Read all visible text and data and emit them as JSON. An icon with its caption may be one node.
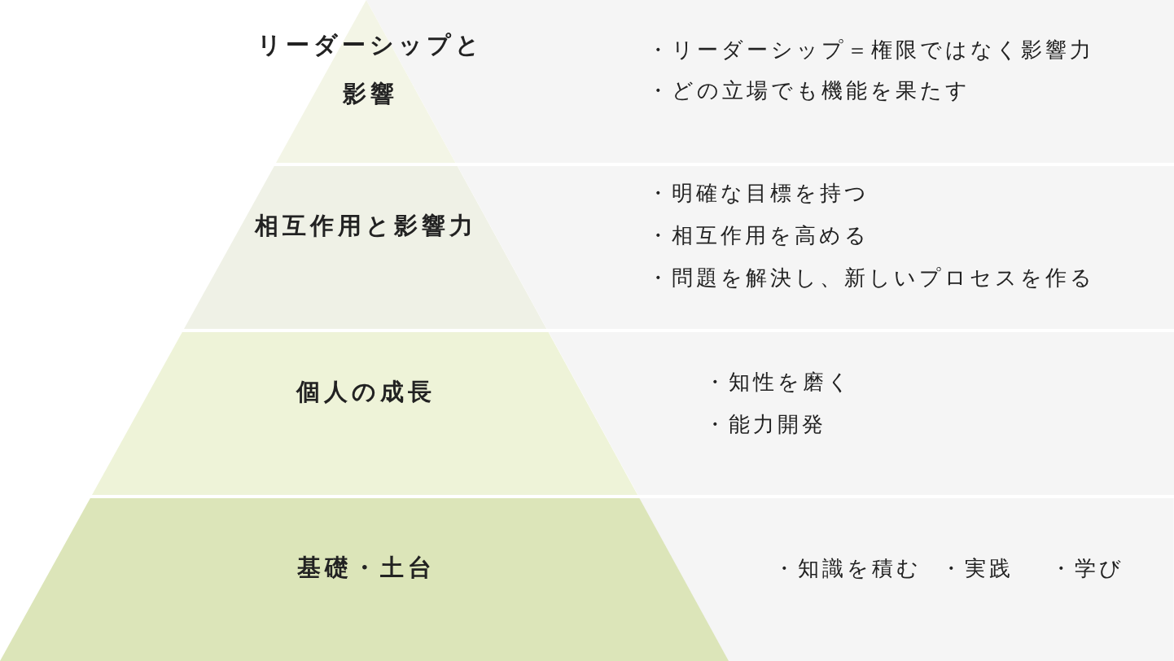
{
  "diagram": {
    "nodes": [
      {
        "text": [
          "リーダーシップと影響"
        ]
      },
      {
        "text": [
          "・リーダーシップ＝権限ではなく影響力",
          "・どの立場でも機能を果たす"
        ]
      },
      {
        "text": [
          "相互作用と影響力"
        ]
      },
      {
        "text": [
          "・明確な目標を持つ",
          "・相互作用を高める",
          "・問題を解決し、新しいプロセスを作る"
        ]
      },
      {
        "text": [
          "個人の成長"
        ]
      },
      {
        "text": [
          "・知性を磨く",
          "・能力開発"
        ]
      },
      {
        "text": [
          "基礎・土台"
        ]
      },
      {
        "text": [
          "・知識を積む",
          "・実践",
          "・学び"
        ]
      }
    ],
    "edges": []
  }
}
